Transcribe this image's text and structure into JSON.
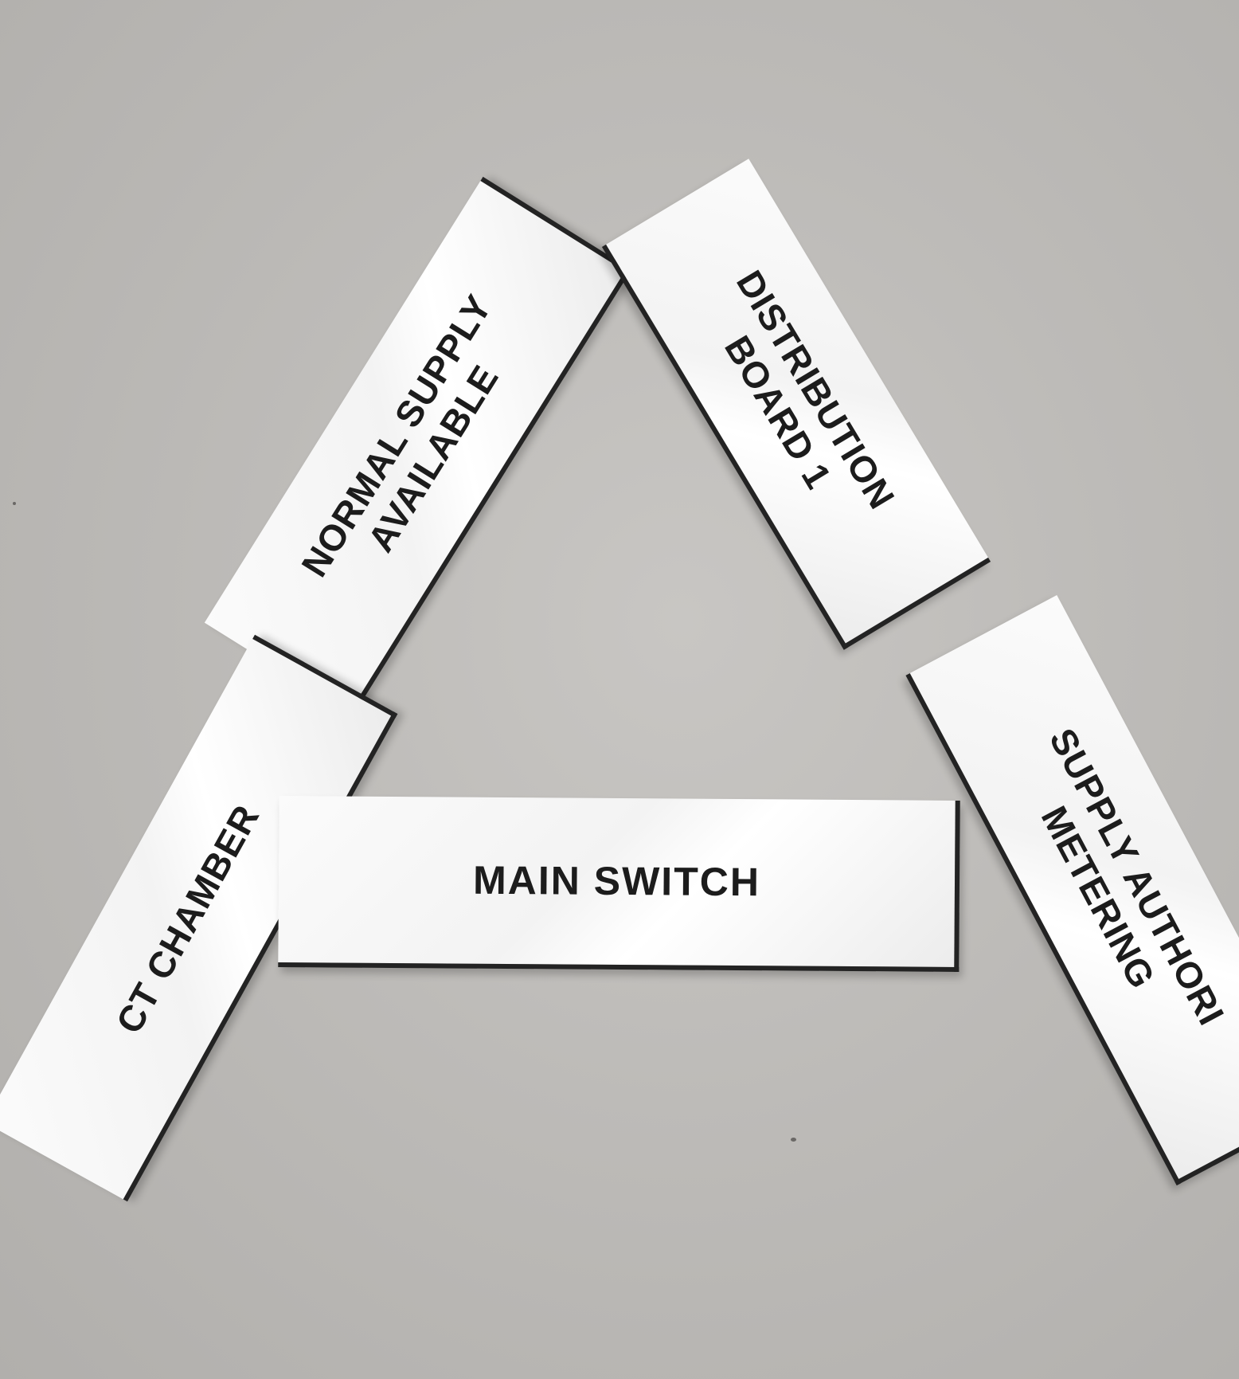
{
  "colors": {
    "surface": "#c3c1be",
    "plate_face": "#f5f5f5",
    "plate_edge": "#232323",
    "engraved_text": "#1c1c1c"
  },
  "labels": {
    "normal_supply": {
      "line1": "NORMAL SUPPLY",
      "line2": "AVAILABLE"
    },
    "distribution_board": {
      "line1": "DISTRIBUTION",
      "line2": "BOARD 1"
    },
    "ct_chamber": {
      "line1": "CT CHAMBER",
      "line2": ""
    },
    "main_switch": {
      "line1": "MAIN SWITCH",
      "line2": ""
    },
    "supply_authority": {
      "line1": "SUPPLY AUTHORI",
      "line2": "METERING"
    }
  }
}
